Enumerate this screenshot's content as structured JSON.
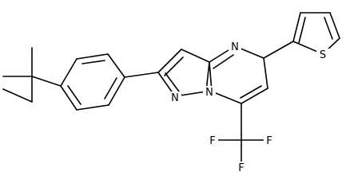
{
  "molecule": {
    "atoms": {
      "n_ring": "N",
      "n_bridge": "N",
      "n_pyrazole": "N",
      "s_thiophene": "S",
      "f_top": "F",
      "f_left": "F",
      "f_right": "F"
    },
    "colors": {
      "bond": "#000000",
      "label": "#000000",
      "background": "#ffffff"
    }
  }
}
